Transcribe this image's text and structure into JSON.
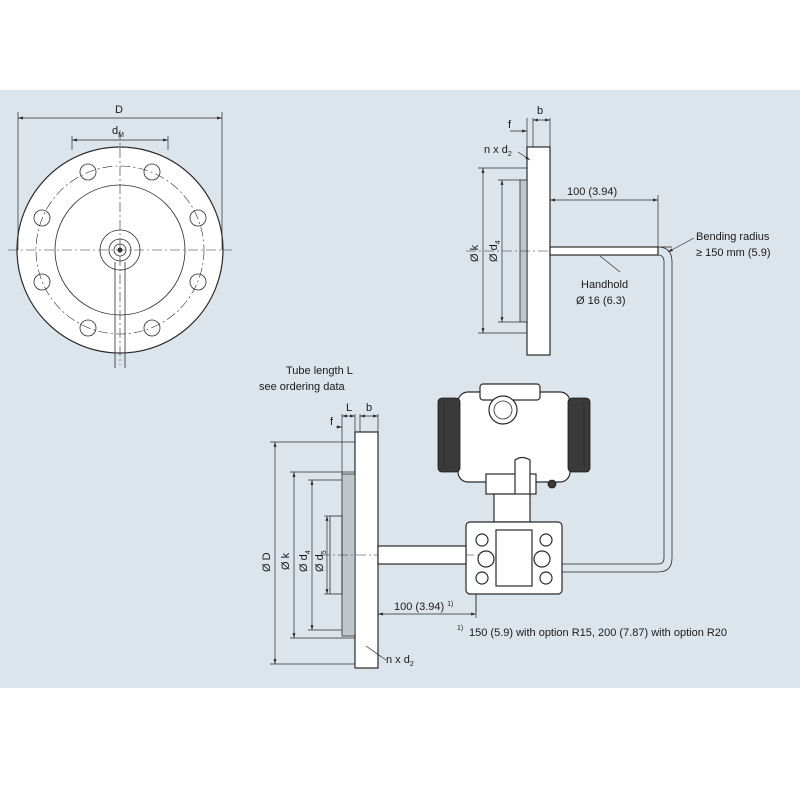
{
  "front_view": {
    "label_D": "D",
    "label_dM": "d",
    "label_dM_sub": "M"
  },
  "top_flange": {
    "label_f": "f",
    "label_b": "b",
    "label_n": "n x d",
    "label_n_sub": "2",
    "label_k": "Ø k",
    "label_d4": "Ø d",
    "label_d4_sub": "4",
    "label_100": "100 (3.94)",
    "bending_1": "Bending radius",
    "bending_2": "≥ 150 mm (5.9)",
    "handhold_1": "Handhold",
    "handhold_2": "Ø 16 (6.3)"
  },
  "bottom_flange": {
    "tube_1": "Tube length L",
    "tube_2": "see ordering data",
    "label_f": "f",
    "label_L": "L",
    "label_b": "b",
    "label_D": "Ø D",
    "label_k": "Ø k",
    "label_d4": "Ø d",
    "label_d4_sub": "4",
    "label_d5": "Ø d",
    "label_d5_sub": "5",
    "label_100": "100 (3.94)",
    "label_100_sup": "1)",
    "label_n": "n x d",
    "label_n_sub": "2"
  },
  "footnote": {
    "mark": "1)",
    "text": "150 (5.9) with option R15, 200 (7.87) with option R20"
  }
}
